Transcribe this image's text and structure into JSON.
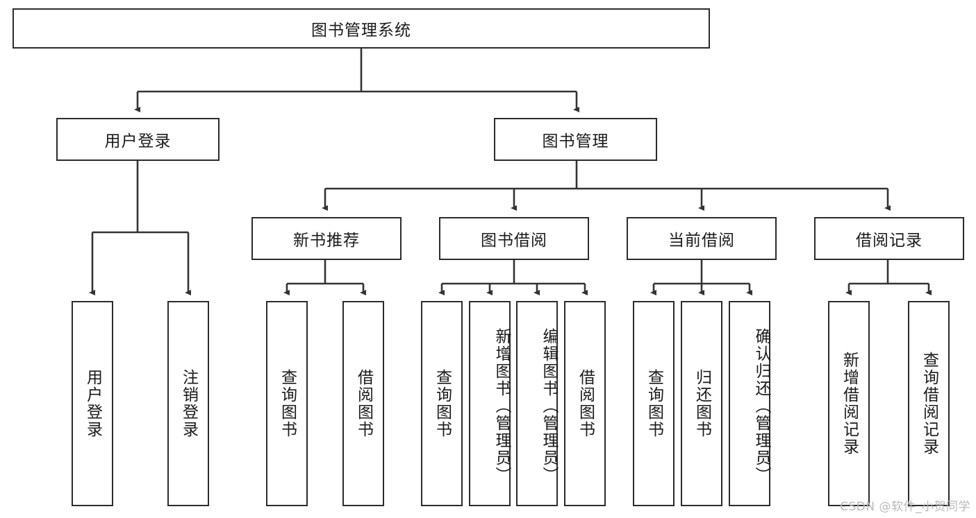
{
  "diagram": {
    "title": "图书管理系统",
    "type": "tree-hierarchy-chart",
    "watermark": "CSDN @软件_小贺同学",
    "colors": {
      "box_border": "#2b2b2b",
      "box_fill": "#ffffff",
      "connector": "#333333",
      "text": "#1a1a1a",
      "watermark": "#b9b9b9"
    }
  },
  "nodes": {
    "root": {
      "label": "图书管理系统"
    },
    "level2": [
      {
        "label": "用户登录"
      },
      {
        "label": "图书管理"
      }
    ],
    "level3": [
      {
        "label": "新书推荐"
      },
      {
        "label": "图书借阅"
      },
      {
        "label": "当前借阅"
      },
      {
        "label": "借阅记录"
      }
    ],
    "leaves": {
      "user_login": [
        {
          "label": "用户登录"
        },
        {
          "label": "注销登录"
        }
      ],
      "new_book_recommend": [
        {
          "label": "查询图书"
        },
        {
          "label": "借阅图书"
        }
      ],
      "book_borrow": [
        {
          "label": "查询图书"
        },
        {
          "label": "新增图书（管理员）"
        },
        {
          "label": "编辑图书（管理员）"
        },
        {
          "label": "借阅图书"
        }
      ],
      "current_borrow": [
        {
          "label": "查询图书"
        },
        {
          "label": "归还图书"
        },
        {
          "label": "确认归还（管理员）"
        }
      ],
      "borrow_record": [
        {
          "label": "新增借阅记录"
        },
        {
          "label": "查询借阅记录"
        }
      ]
    }
  }
}
